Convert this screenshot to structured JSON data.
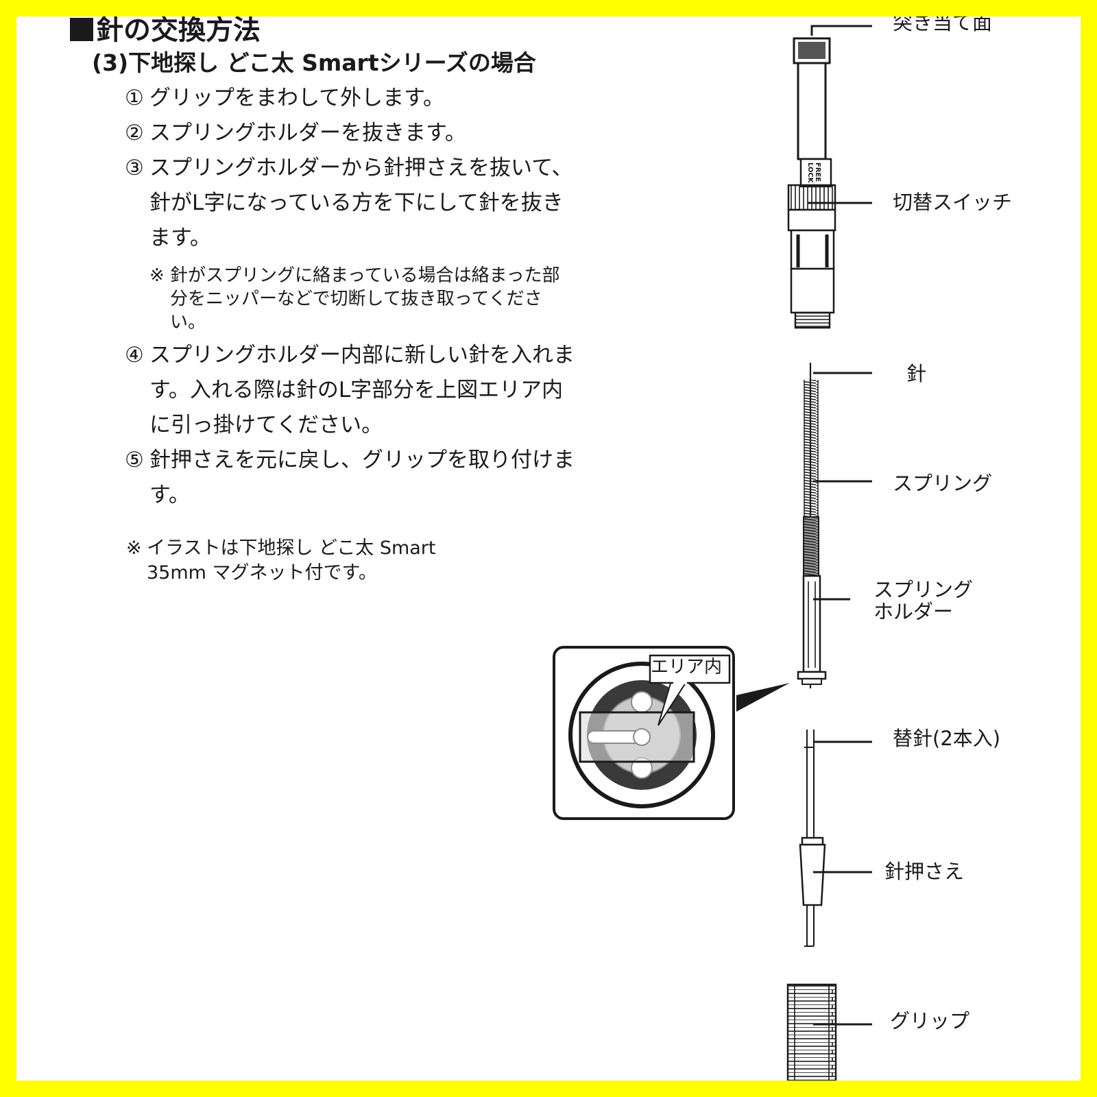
{
  "title": "針の交換方法",
  "subtitle": "(3)下地探し どこ太 Smartシリーズの場合",
  "steps": [
    {
      "num": "①",
      "text": "グリップをまわして外します。"
    },
    {
      "num": "②",
      "text": "スプリングホルダーを抜きます。"
    },
    {
      "num": "③",
      "text": "スプリングホルダーから針押さえを抜いて、針がL字になっている方を下にして針を抜きます。"
    },
    {
      "num": "④",
      "text": "スプリングホルダー内部に新しい針を入れます。入れる際は針のL字部分を上図エリア内に引っ掛けてください。"
    },
    {
      "num": "⑤",
      "text": "針押さえを元に戻し、グリップを取り付けます。"
    }
  ],
  "step3_note": {
    "mark": "※",
    "text": "針がスプリングに絡まっている場合は絡まった部分をニッパーなどで切断して抜き取ってください。"
  },
  "illustration_note": {
    "mark": "※",
    "text": "イラストは下地探し どこ太 Smart 35mm マグネット付です。"
  },
  "parts": {
    "stop_face": "突き当て面",
    "switch": "切替スイッチ",
    "switch_free": "FREE",
    "switch_lock": "LOCK",
    "needle": "針",
    "spring": "スプリング",
    "spring_holder_1": "スプリング",
    "spring_holder_2": "ホルダー",
    "spare_needle": "替針(2本入)",
    "needle_retainer": "針押さえ",
    "grip": "グリップ"
  },
  "detail": {
    "label": "エリア内"
  },
  "colors": {
    "border": "#FFFF00",
    "ink": "#1a1a1a"
  }
}
